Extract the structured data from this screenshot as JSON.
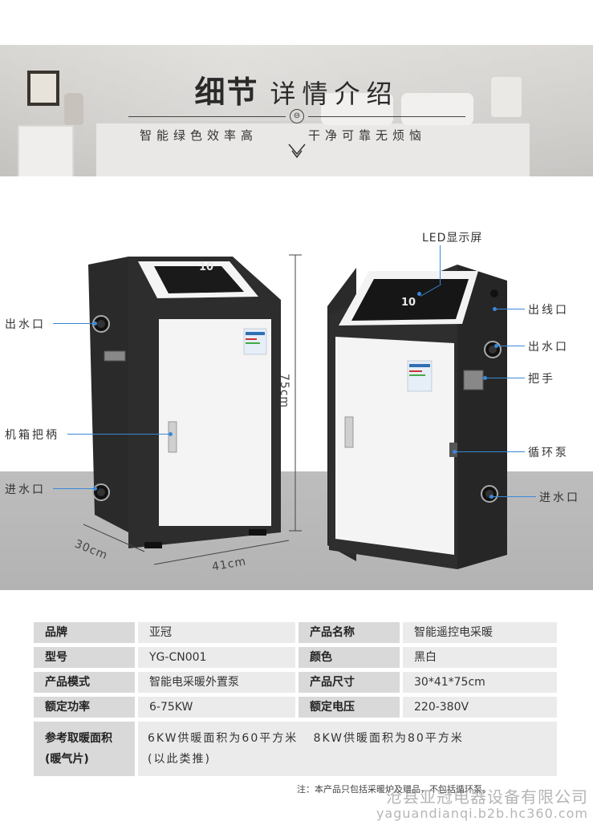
{
  "banner": {
    "title_bold": "细节",
    "title_light": "详情介绍",
    "circle_glyph": "⊖",
    "sub_left": "智能绿色效率高",
    "sub_right": "干净可靠无烦恼"
  },
  "callouts": {
    "left_outlet": "出水口",
    "left_handle": "机箱把柄",
    "left_inlet": "进水口",
    "led": "LED显示屏",
    "right_cable": "出线口",
    "right_outlet": "出水口",
    "right_handle": "把手",
    "right_pump": "循环泵",
    "right_inlet": "进水口"
  },
  "dimensions": {
    "height": "75cm",
    "depth": "30cm",
    "width": "41cm"
  },
  "display": {
    "digits": "10"
  },
  "spec": {
    "rows": [
      {
        "l1": "品牌",
        "v1": "亚冠",
        "l2": "产品名称",
        "v2": "智能遥控电采暖"
      },
      {
        "l1": "型号",
        "v1": "YG-CN001",
        "l2": "颜色",
        "v2": "黑白"
      },
      {
        "l1": "产品模式",
        "v1": "智能电采暖外置泵",
        "l2": "产品尺寸",
        "v2": "30*41*75cm"
      },
      {
        "l1": "额定功率",
        "v1": "6-75KW",
        "l2": "额定电压",
        "v2": "220-380V"
      }
    ],
    "heating_label_1": "参考取暖面积",
    "heating_label_2": "(暖气片)",
    "heating_value_1": "6KW供暖面积为60平方米   8KW供暖面积为80平方米",
    "heating_value_2": "(以此类推)"
  },
  "note": "注：本产品只包括采暖炉及赠品，不包括循环泵。",
  "watermark": {
    "line1": "沧县亚冠电器设备有限公司",
    "line2": "yaguandianqi.b2b.hc360.com"
  },
  "colors": {
    "callout_line": "#3a88d8",
    "cabinet_body": "#2b2b2b",
    "door": "#f4f4f4",
    "screen": "#1a1a1a"
  }
}
